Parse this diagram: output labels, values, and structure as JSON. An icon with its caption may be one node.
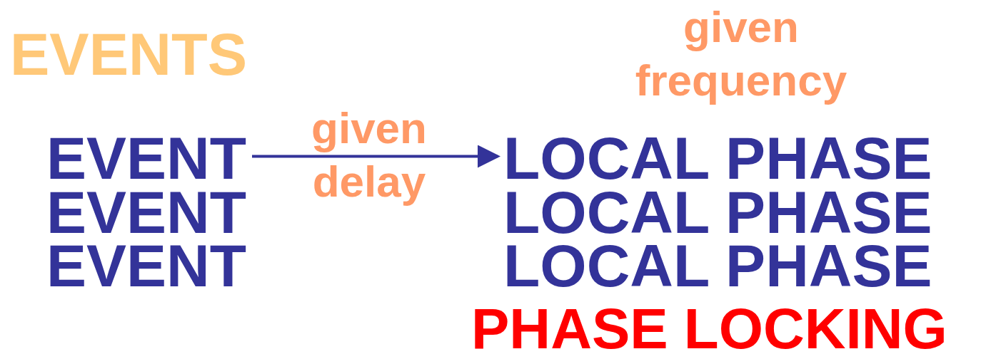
{
  "diagram": {
    "nodes": [
      {
        "text": [
          "EVENT"
        ]
      },
      {
        "text": [
          "LOCAL PHASE"
        ]
      }
    ],
    "edges": [
      {
        "from": 0,
        "to": 1,
        "arrow": "to",
        "label": "given delay"
      }
    ],
    "labels": [
      "EVENTS",
      "given frequency",
      "EVENT",
      "EVENT",
      "LOCAL PHASE",
      "LOCAL PHASE",
      "PHASE LOCKING"
    ]
  }
}
